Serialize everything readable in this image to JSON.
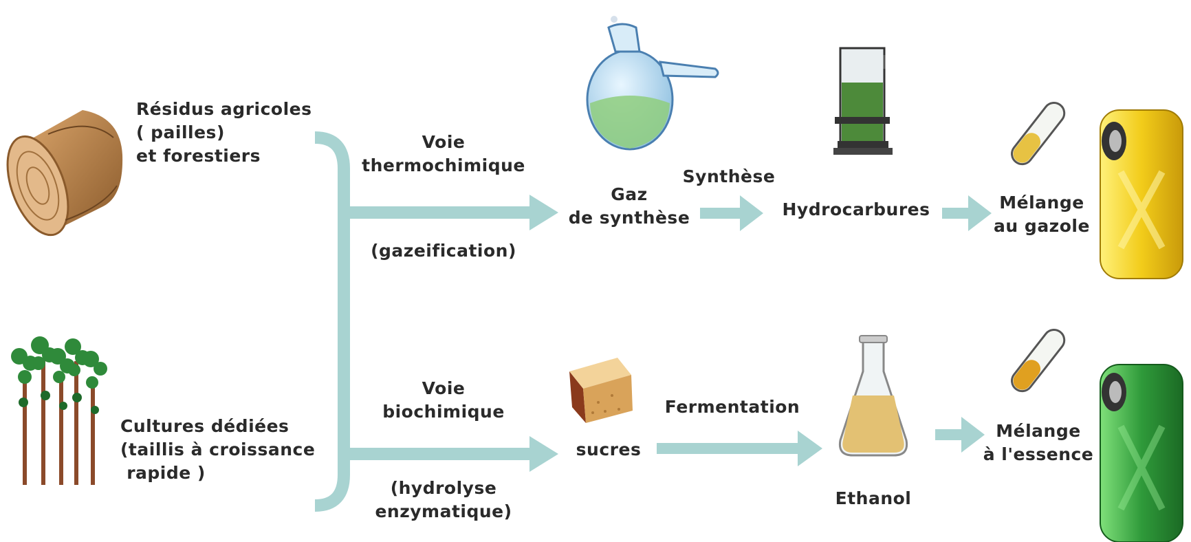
{
  "colors": {
    "arrow": "#a8d3d1",
    "text": "#2a2a2a",
    "diesel_can": "#f2cc1a",
    "gasoline_can": "#2f9a3a",
    "fuel_sample": "#e7c243",
    "green_liquid": "#8fce7e"
  },
  "sources": {
    "residues": [
      "Résidus agricoles",
      "( pailles)",
      "et forestiers"
    ],
    "crops": [
      "Cultures dédiées",
      "(taillis à croissance",
      " rapide )"
    ]
  },
  "thermo_route": {
    "title": [
      "Voie",
      "thermochimique"
    ],
    "process": "(gazeification)"
  },
  "bio_route": {
    "title": [
      "Voie",
      "biochimique"
    ],
    "process": [
      "(hydrolyse",
      "enzymatique)"
    ]
  },
  "steps": {
    "syngas": [
      "Gaz",
      "de synthèse"
    ],
    "synthesis": "Synthèse",
    "hydrocarbons": "Hydrocarbures",
    "diesel_blend": [
      "Mélange",
      "au gazole"
    ],
    "sugars": "sucres",
    "fermentation": "Fermentation",
    "ethanol": "Ethanol",
    "gasoline_blend": [
      "Mélange",
      "à l'essence"
    ]
  },
  "icons": [
    "hay-bale-icon",
    "trees-icon",
    "flask-retort-icon",
    "reactor-beaker-icon",
    "sugar-cube-icon",
    "erlenmeyer-flask-icon",
    "test-tube-icon",
    "jerrycan-icon"
  ]
}
